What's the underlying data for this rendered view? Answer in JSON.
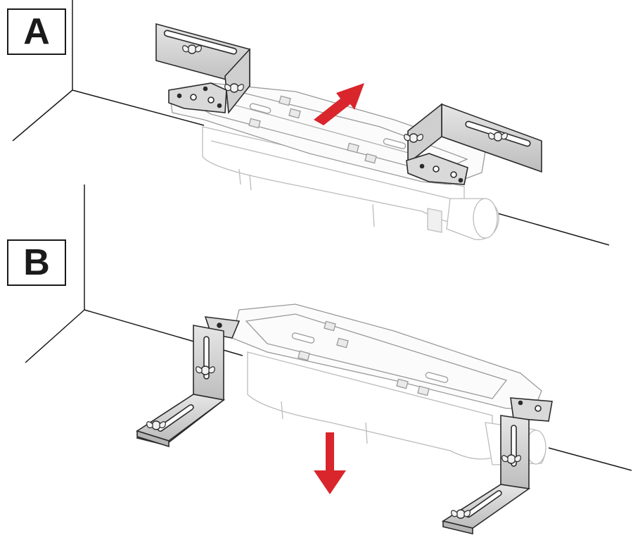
{
  "panels": [
    {
      "label": "A",
      "arrow_direction": "up",
      "description_color": "#d9262c"
    },
    {
      "label": "B",
      "arrow_direction": "down",
      "description_color": "#d9262c"
    }
  ],
  "colors": {
    "arrow": "#d9262c",
    "bracket_fill": "#d5d5d5",
    "bracket_stroke": "#2a2a2a",
    "ghost_stroke": "#b8b8b8",
    "wall_line": "#1a1a1a"
  }
}
